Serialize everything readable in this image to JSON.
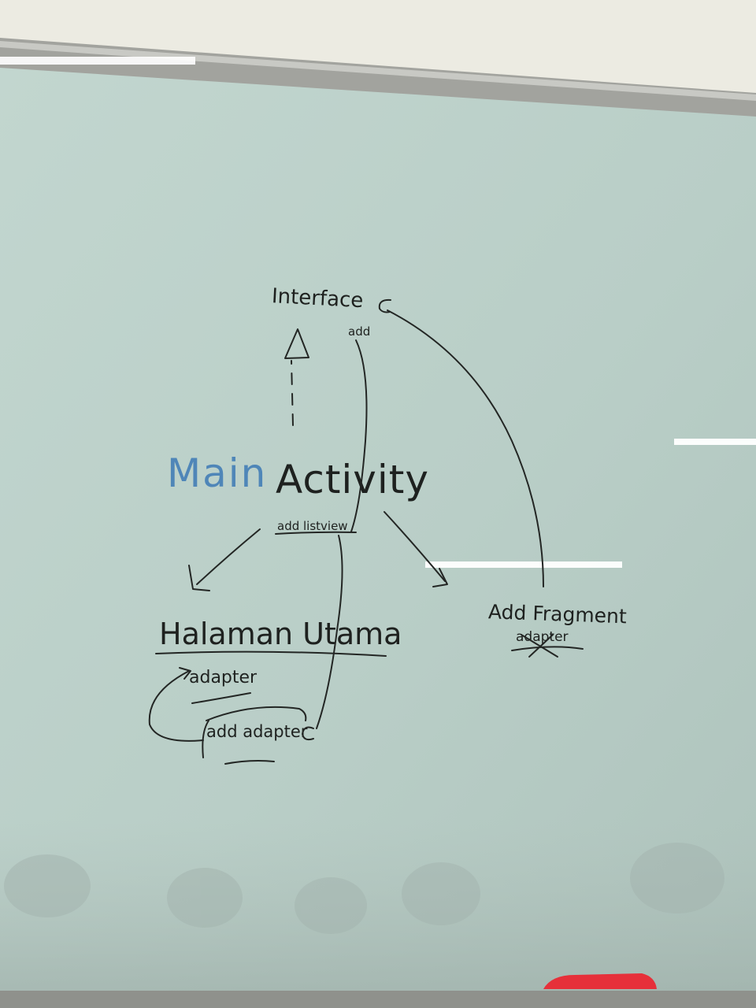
{
  "board": {
    "colors": {
      "wall": "#ecebe2",
      "board_surface": "#b9cec7",
      "frame": "#9e9f9b",
      "ink": "#1e211f",
      "blue_ink": "#4f86b8",
      "marker_red": "#e6303a"
    }
  },
  "nodes": {
    "interface": {
      "label": "Interface"
    },
    "main_activity": {
      "label_blue": "Main",
      "label_black": "Activity"
    },
    "halaman_utama": {
      "label": "Halaman Utama"
    },
    "add_fragment": {
      "label": "Add Fragment"
    }
  },
  "annotations": {
    "add": "add",
    "add_listview": "add listview",
    "adapter": "adapter",
    "add_adapter": "add adapter",
    "fragment_adapter_crossed": "adapter"
  },
  "tray": {
    "marker": "red-marker"
  }
}
